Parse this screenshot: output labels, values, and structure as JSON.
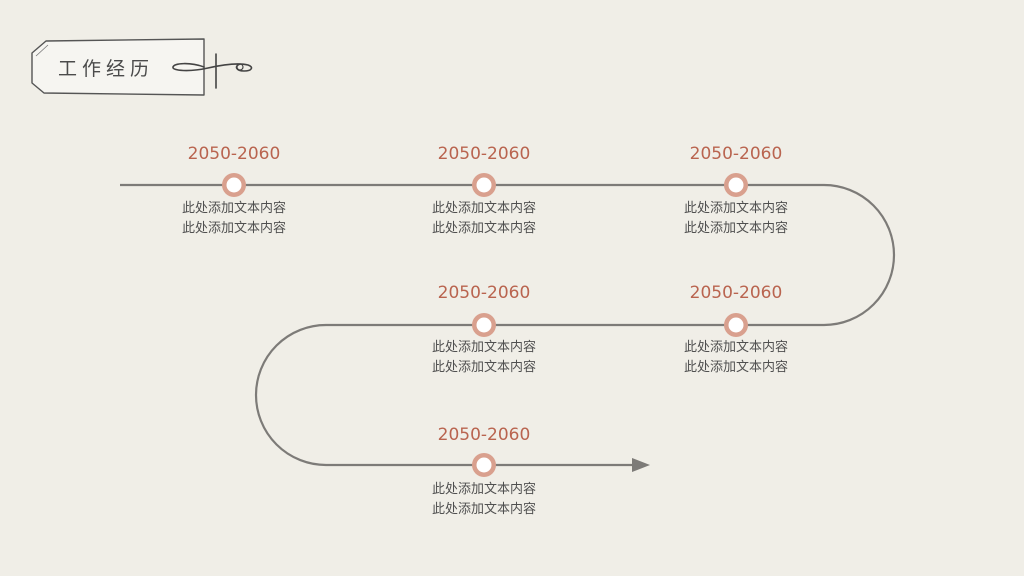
{
  "header": {
    "title": "工作经历"
  },
  "colors": {
    "background": "#f0eee7",
    "line": "#7d7b78",
    "marker_ring": "#d9a08e",
    "marker_fill": "#ffffff",
    "year_text": "#b9644f",
    "body_text": "#505050"
  },
  "timeline": [
    {
      "year": "2050-2060",
      "line1": "此处添加文本内容",
      "line2": "此处添加文本内容"
    },
    {
      "year": "2050-2060",
      "line1": "此处添加文本内容",
      "line2": "此处添加文本内容"
    },
    {
      "year": "2050-2060",
      "line1": "此处添加文本内容",
      "line2": "此处添加文本内容"
    },
    {
      "year": "2050-2060",
      "line1": "此处添加文本内容",
      "line2": "此处添加文本内容"
    },
    {
      "year": "2050-2060",
      "line1": "此处添加文本内容",
      "line2": "此处添加文本内容"
    },
    {
      "year": "2050-2060",
      "line1": "此处添加文本内容",
      "line2": "此处添加文本内容"
    }
  ]
}
